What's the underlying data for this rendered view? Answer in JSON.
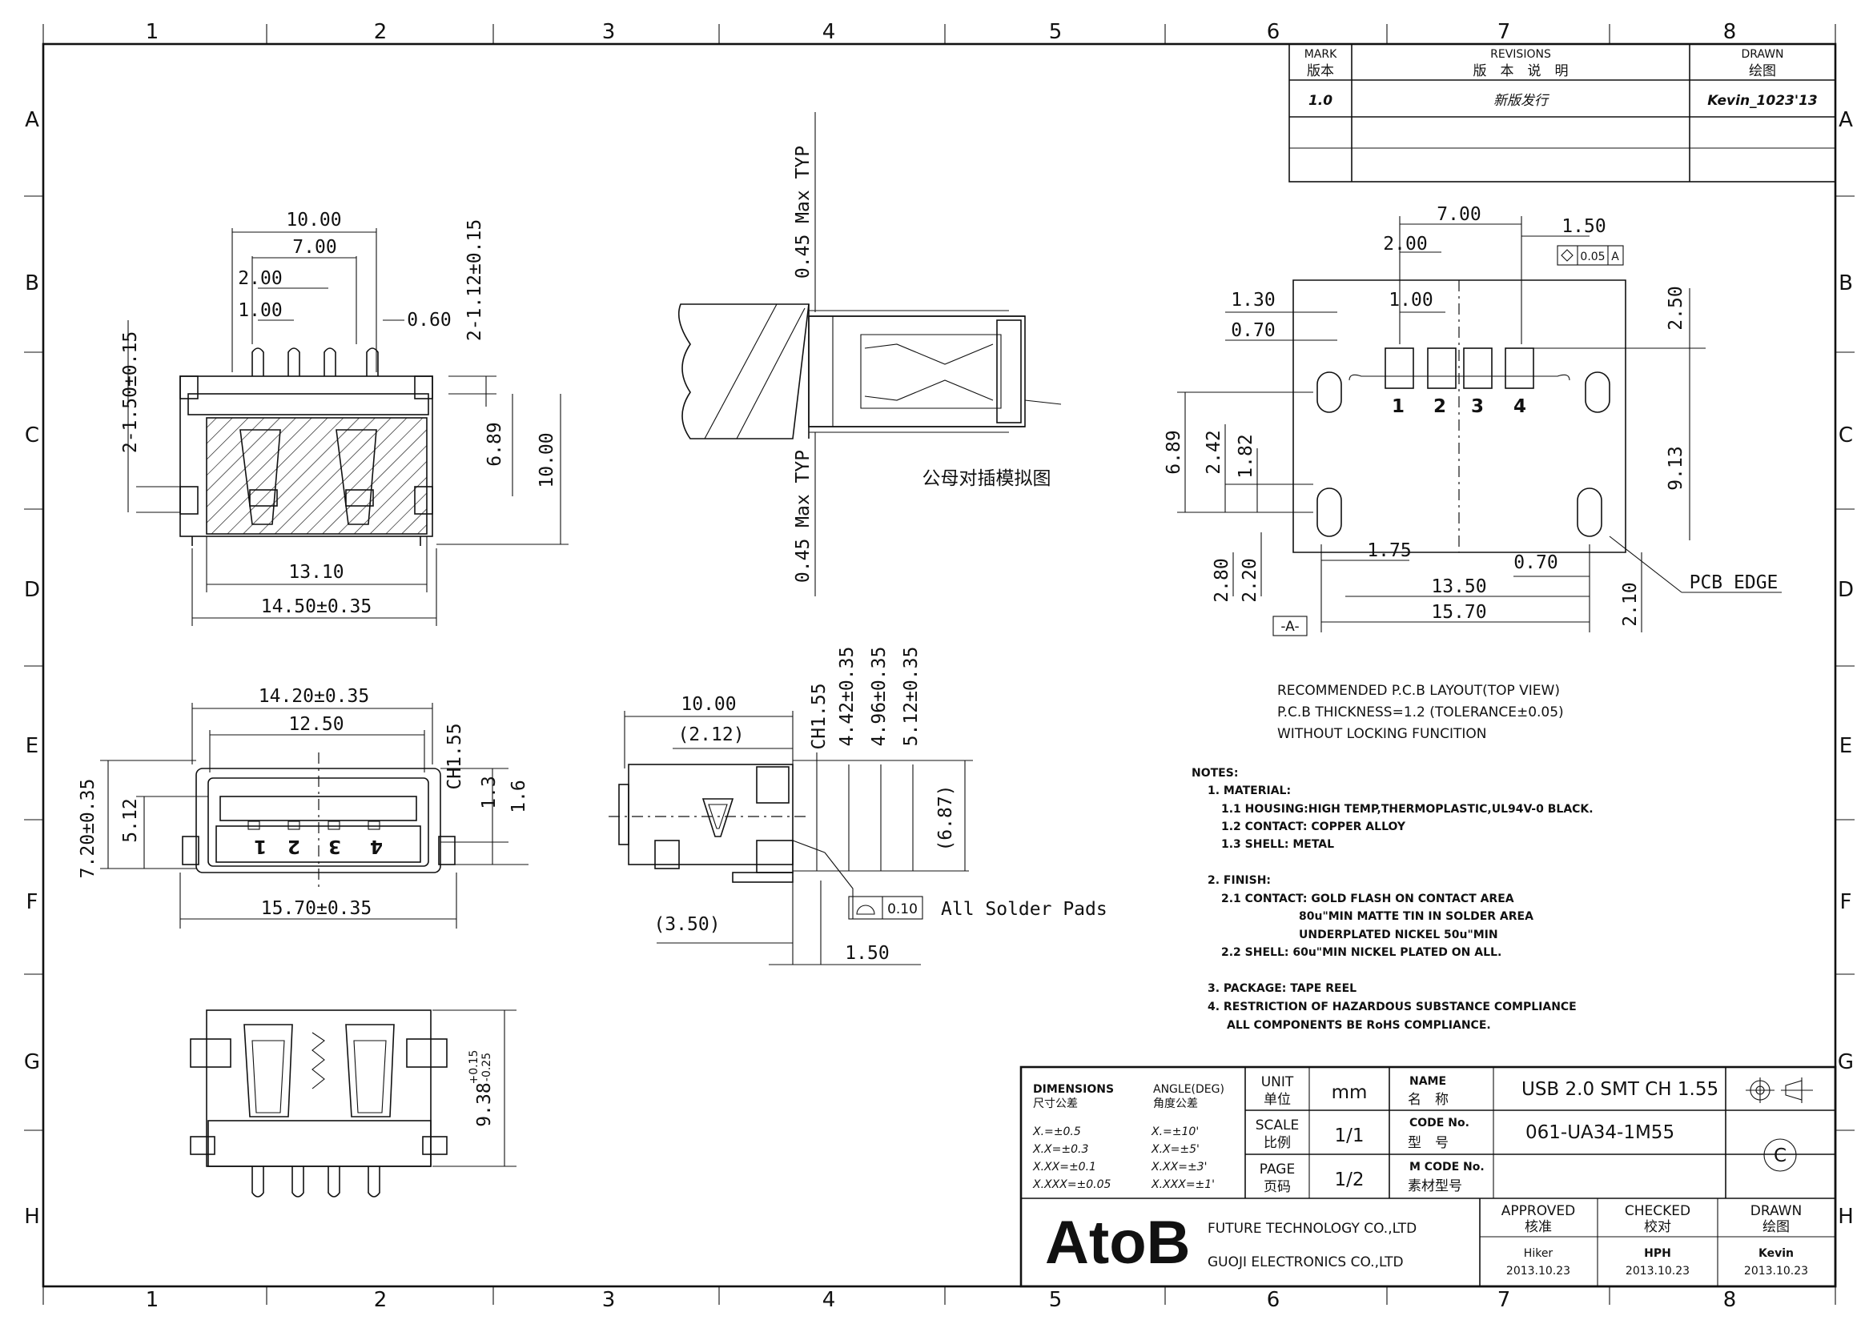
{
  "grid": {
    "columns": [
      "1",
      "2",
      "3",
      "4",
      "5",
      "6",
      "7",
      "8"
    ],
    "rows": [
      "A",
      "B",
      "C",
      "D",
      "E",
      "F",
      "G",
      "H"
    ]
  },
  "revisions": {
    "mark_label": "MARK",
    "mark_label_cn": "版本",
    "revisions_label": "REVISIONS",
    "revisions_label_cn": "版　本　说　明",
    "drawn_label": "DRAWN",
    "drawn_label_cn": "绘图",
    "rows": [
      {
        "mark": "1.0",
        "description": "新版发行",
        "drawn": "Kevin_1023'13"
      }
    ]
  },
  "front_view": {
    "dims": [
      "10.00",
      "7.00",
      "2.00",
      "1.00",
      "0.60",
      "2-1.12±0.15",
      "2-1.50±0.15",
      "6.89",
      "10.00",
      "13.10",
      "14.50±0.35"
    ]
  },
  "mating_view": {
    "dims": [
      "0.45 Max TYP",
      "0.45 Max TYP"
    ],
    "caption": "公母对插模拟图"
  },
  "pcb_layout": {
    "dims": [
      "7.00",
      "1.50",
      "2.00",
      "1.00",
      "1.30",
      "0.70",
      "2.50",
      "6.89",
      "2.42",
      "1.82",
      "9.13",
      "1.75",
      "0.70",
      "2.80",
      "2.20",
      "13.50",
      "15.70",
      "2.10"
    ],
    "pin_labels": [
      "1",
      "2",
      "3",
      "4"
    ],
    "flatness": "0.05",
    "datum": "A",
    "datum_tag": "-A-",
    "edge_label": "PCB EDGE",
    "notes": [
      "RECOMMENDED P.C.B LAYOUT(TOP VIEW)",
      "P.C.B THICKNESS=1.2 (TOLERANCE±0.05)",
      "WITHOUT LOCKING FUNCITION"
    ]
  },
  "end_view": {
    "dims": [
      "14.20±0.35",
      "12.50",
      "CH1.55",
      "1.3",
      "1.6",
      "7.20±0.35",
      "5.12",
      "15.70±0.35"
    ],
    "pin_labels": [
      "1",
      "2",
      "3",
      "4"
    ]
  },
  "side_view": {
    "dims": [
      "10.00",
      "(2.12)",
      "CH1.55",
      "4.42±0.35",
      "4.96±0.35",
      "5.12±0.35",
      "(6.87)",
      "(3.50)",
      "1.50"
    ],
    "flatness_value": "0.10",
    "flatness_note": "All Solder Pads"
  },
  "top_view": {
    "dims": [
      "9.38",
      "+0.15",
      "-0.25"
    ]
  },
  "notes": {
    "heading": "NOTES:",
    "lines": [
      "1. MATERIAL:",
      "1.1 HOUSING:HIGH TEMP,THERMOPLASTIC,UL94V-0 BLACK.",
      "1.2 CONTACT: COPPER ALLOY",
      "1.3 SHELL: METAL",
      "2. FINISH:",
      "2.1 CONTACT: GOLD FLASH ON CONTACT AREA",
      "80u\"MIN MATTE TIN IN SOLDER AREA",
      "UNDERPLATED NICKEL 50u\"MIN",
      "2.2 SHELL:    60u\"MIN NICKEL PLATED ON ALL.",
      "3. PACKAGE: TAPE REEL",
      "4. RESTRICTION OF HAZARDOUS SUBSTANCE COMPLIANCE",
      "ALL COMPONENTS BE RoHS COMPLIANCE."
    ]
  },
  "title_block": {
    "dimensions_label": "DIMENSIONS",
    "dimensions_label_cn": "尺寸公差",
    "angle_label": "ANGLE(DEG)",
    "angle_label_cn": "角度公差",
    "tol_linear": [
      "X.=±0.5",
      "X.X=±0.3",
      "X.XX=±0.1",
      "X.XXX=±0.05"
    ],
    "tol_angle": [
      "X.=±10'",
      "X.X=±5'",
      "X.XX=±3'",
      "X.XXX=±1'"
    ],
    "unit_label": "UNIT",
    "unit_label_cn": "单位",
    "unit_value": "mm",
    "scale_label": "SCALE",
    "scale_label_cn": "比例",
    "scale_value": "1/1",
    "page_label": "PAGE",
    "page_label_cn": "页码",
    "page_value": "1/2",
    "name_label": "NAME",
    "name_label_cn": "名　称",
    "name_value": "USB 2.0 SMT CH 1.55",
    "code_label": "CODE No.",
    "code_label_cn": "型　号",
    "code_value": "061-UA34-1M55",
    "mcode_label": "M CODE No.",
    "mcode_label_cn": "素材型号",
    "logo": "AtoB",
    "company_1": "FUTURE TECHNOLOGY CO.,LTD",
    "company_2": "GUOJI ELECTRONICS CO.,LTD",
    "approved_label": "APPROVED",
    "approved_label_cn": "核准",
    "approved_name": "Hiker",
    "approved_date": "2013.10.23",
    "checked_label": "CHECKED",
    "checked_label_cn": "校对",
    "checked_name": "HPH",
    "checked_date": "2013.10.23",
    "drawn_label": "DRAWN",
    "drawn_label_cn": "绘图",
    "drawn_name": "Kevin",
    "drawn_date": "2013.10.23",
    "copyright": "C"
  }
}
